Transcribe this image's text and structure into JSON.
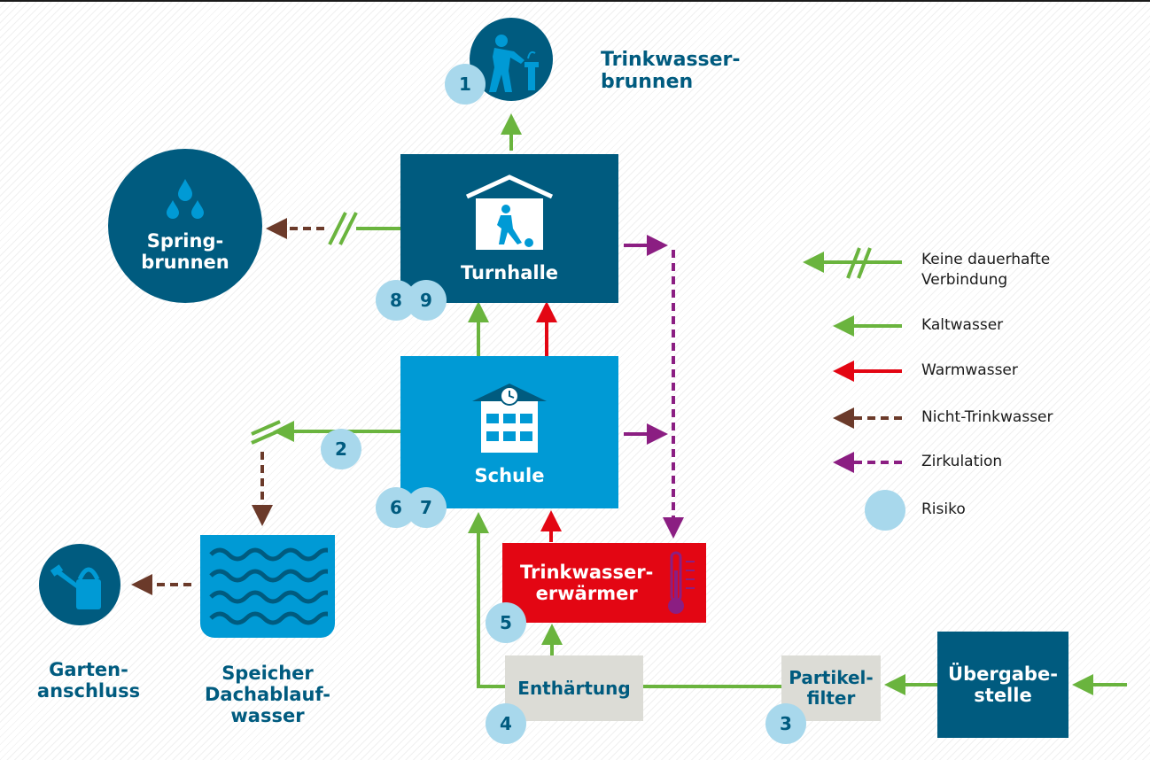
{
  "nodes": {
    "trinkwasserbrunnen": "Trinkwasser-\nbrunnen",
    "springbrunnen": "Spring-\nbrunnen",
    "turnhalle": "Turnhalle",
    "schule": "Schule",
    "trinkwassererwaermer": "Trinkwasser-\nerwärmer",
    "enthaertung": "Enthärtung",
    "partikelfilter": "Partikel-\nfilter",
    "uebergabestelle": "Übergabe-\nstelle",
    "speicher": "Speicher\nDachablauf-\nwasser",
    "gartenanschluss": "Garten-\nanschluss"
  },
  "risks": {
    "r1": "1",
    "r2": "2",
    "r3": "3",
    "r4": "4",
    "r5": "5",
    "r6": "6",
    "r7": "7",
    "r8": "8",
    "r9": "9"
  },
  "legend": {
    "keine_verbindung": "Keine dauerhafte\nVerbindung",
    "kaltwasser": "Kaltwasser",
    "warmwasser": "Warmwasser",
    "nicht_trinkwasser": "Nicht-Trinkwasser",
    "zirkulation": "Zirkulation",
    "risiko": "Risiko"
  },
  "colors": {
    "dark_blue": "#005b7f",
    "light_blue": "#009ad5",
    "red": "#e30613",
    "green": "#6ab43e",
    "brown": "#6b3a2a",
    "purple": "#8b1e82",
    "risk_circle": "#a8d8ec",
    "grey_box": "#dcdcd6"
  },
  "icons": {
    "trinkwasserbrunnen": "drinking-fountain-icon",
    "springbrunnen": "water-drops-icon",
    "turnhalle": "gym-player-icon",
    "schule": "school-building-icon",
    "trinkwassererwaermer": "thermometer-icon",
    "speicher": "water-waves-icon",
    "gartenanschluss": "watering-can-icon"
  }
}
